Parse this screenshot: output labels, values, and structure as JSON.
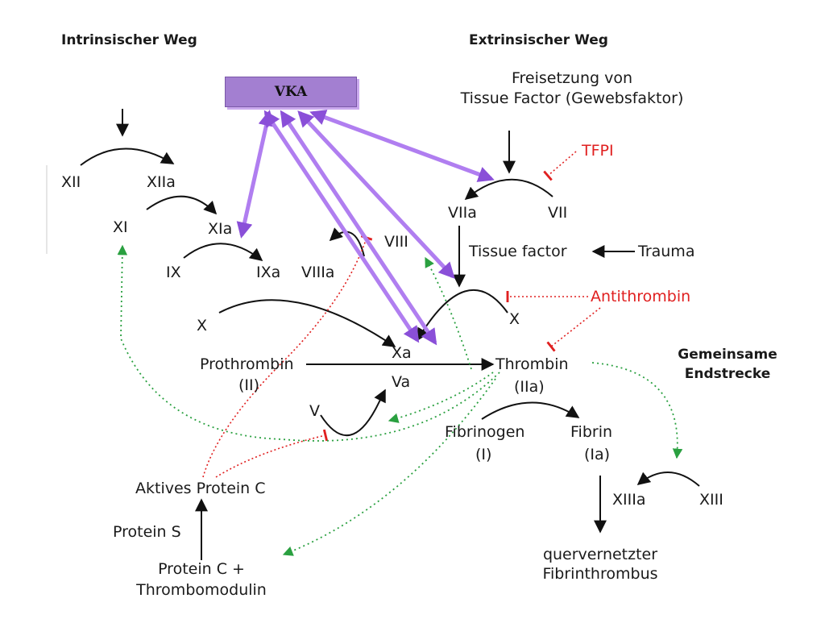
{
  "headings": {
    "intrinsic": "Intrinsischer Weg",
    "extrinsic": "Extrinsischer Weg",
    "common_line1": "Gemeinsame",
    "common_line2": "Endstrecke"
  },
  "vka_label": "VKA",
  "release_line1": "Freisetzung von",
  "release_line2": "Tissue Factor (Gewebsfaktor)",
  "inhibitors": {
    "tfpi": "TFPI",
    "antithrombin": "Antithrombin"
  },
  "factors": {
    "xii": "XII",
    "xiia": "XIIa",
    "xi": "XI",
    "xia": "XIa",
    "ix": "IX",
    "ixa": "IXa",
    "viiia": "VIIIa",
    "viii": "VIII",
    "viia": "VIIa",
    "vii": "VII",
    "tissue_factor": "Tissue factor",
    "trauma": "Trauma",
    "x_left": "X",
    "x_right": "X",
    "xa": "Xa",
    "va": "Va",
    "v": "V",
    "prothrombin": "Prothrombin",
    "prothrombin_num": "(II)",
    "thrombin": "Thrombin",
    "thrombin_num": "(IIa)",
    "fibrinogen": "Fibrinogen",
    "fibrinogen_num": "(I)",
    "fibrin": "Fibrin",
    "fibrin_num": "(Ia)",
    "xiiia": "XIIIa",
    "xiii": "XIII",
    "crosslinked_line1": "quervernetzter",
    "crosslinked_line2": "Fibrinthrombus",
    "active_protein_c": "Aktives Protein C",
    "protein_s": "Protein S",
    "protein_c_line1": "Protein C +",
    "protein_c_line2": "Thrombomodulin"
  },
  "colors": {
    "vka_box": "#a37fd1",
    "vka_arrow": "#b07ef0",
    "inhibition": "#e02020",
    "activation_dotted": "#2aa040",
    "pathway": "#111111"
  }
}
